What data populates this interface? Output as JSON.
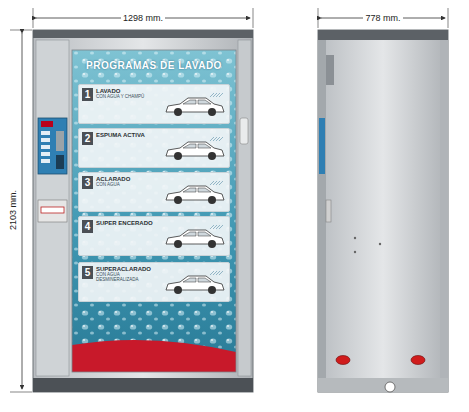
{
  "diagram": {
    "nodes": [
      {
        "text": [
          "PROGRAMAS DE LAVADO"
        ]
      },
      {
        "text": [
          "1",
          "LAVADO",
          "CON AGUA Y CHAMPÚ"
        ],
        "in": 0
      },
      {
        "text": [
          "2",
          "ESPUMA ACTIVA"
        ],
        "in": 0
      },
      {
        "text": [
          "3",
          "ACLARADO",
          "CON AGUA"
        ],
        "in": 0
      },
      {
        "text": [
          "4",
          "SUPER ENCERADO"
        ],
        "in": 0
      },
      {
        "text": [
          "5",
          "SUPERACLARADO",
          "CON AGUA DESMINERALIZADA"
        ],
        "in": 0
      }
    ],
    "labels": [
      "1298 mm.",
      "2103 mm.",
      "778 mm."
    ]
  }
}
